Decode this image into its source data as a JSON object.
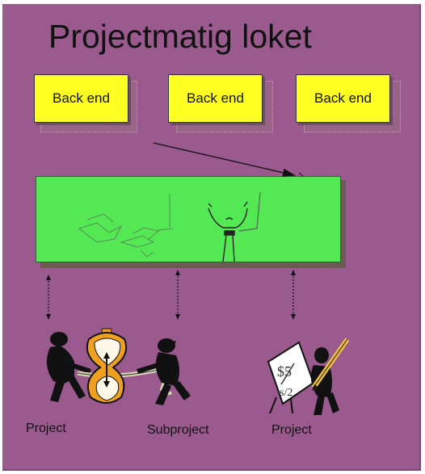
{
  "slide": {
    "title": "Projectmatig loket",
    "backends": [
      {
        "label": "Back end"
      },
      {
        "label": "Back end"
      },
      {
        "label": "Back end"
      }
    ],
    "labels": {
      "left": "Project",
      "middle": "Subproject",
      "right": "Project"
    },
    "colors": {
      "panel": "#9b5a8e",
      "backend": "#ffff22",
      "green": "#55e855"
    }
  }
}
